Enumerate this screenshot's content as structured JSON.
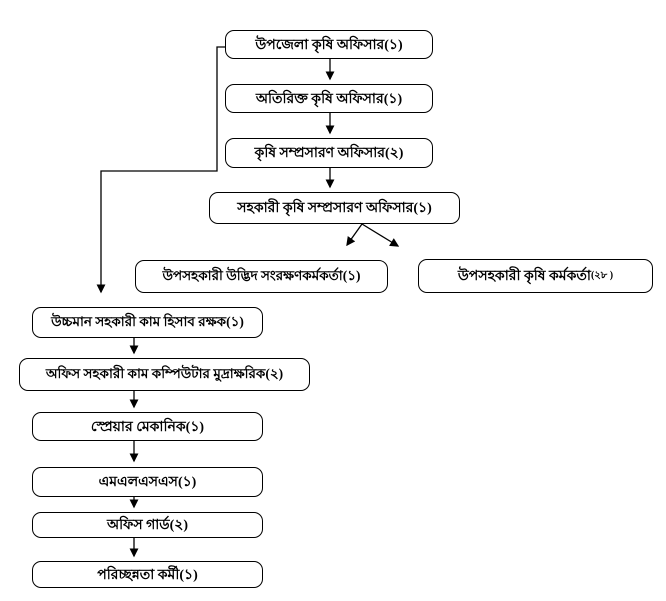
{
  "org": {
    "description_type": "organizational-hierarchy-flowchart",
    "language": "Bengali",
    "colors": {
      "background": "#ffffff",
      "box_fill": "#ffffff",
      "box_border": "#000000",
      "text": "#000000",
      "connector": "#000000"
    },
    "nodes": [
      {
        "id": "upazila-agriculture-officer",
        "label": "উপজেলা কৃষি অফিসার",
        "count": " (১)"
      },
      {
        "id": "additional-agriculture-officer",
        "label": "অতিরিক্ত কৃষি অফিসার",
        "count": " (১)"
      },
      {
        "id": "agriculture-extension-officer",
        "label": "কৃষি সম্প্রসারণ অফিসার",
        "count": " (২)"
      },
      {
        "id": "assistant-agriculture-extension-officer",
        "label": "সহকারী কৃষি সম্প্রসারণ অফিসার",
        "count": " (১)"
      },
      {
        "id": "sub-assistant-plant-protection-officer",
        "label": "উপসহকারী উদ্ভিদ সংরক্ষণকর্মকর্তা",
        "count": " (১)"
      },
      {
        "id": "sub-assistant-agriculture-officer",
        "label": "উপসহকারী কৃষি কর্মকর্তা",
        "count": " (২৮ )"
      },
      {
        "id": "head-assistant-cum-accountant",
        "label": "উচ্চমান সহকারী কাম হিসাব রক্ষক",
        "count": "(১)"
      },
      {
        "id": "office-assistant-cum-computer-typist",
        "label": "অফিস সহকারী কাম কম্পিউটার মুদ্রাক্ষরিক",
        "count": "(২)"
      },
      {
        "id": "sprayer-mechanic",
        "label": "স্প্রেয়ার মেকানিক",
        "count": " (১)"
      },
      {
        "id": "mlss",
        "label": "এমএলএসএস",
        "count": " (১)"
      },
      {
        "id": "office-guard",
        "label": "অফিস গার্ড",
        "count": " (২)"
      },
      {
        "id": "cleaning-staff",
        "label": "পরিচ্ছন্নতা কর্মী",
        "count": " (১)"
      }
    ],
    "edges": [
      {
        "from": "upazila-agriculture-officer",
        "to": "additional-agriculture-officer"
      },
      {
        "from": "additional-agriculture-officer",
        "to": "agriculture-extension-officer"
      },
      {
        "from": "agriculture-extension-officer",
        "to": "assistant-agriculture-extension-officer"
      },
      {
        "from": "assistant-agriculture-extension-officer",
        "to": "sub-assistant-plant-protection-officer"
      },
      {
        "from": "assistant-agriculture-extension-officer",
        "to": "sub-assistant-agriculture-officer"
      },
      {
        "from": "upazila-agriculture-officer",
        "to": "head-assistant-cum-accountant"
      },
      {
        "from": "head-assistant-cum-accountant",
        "to": "office-assistant-cum-computer-typist"
      },
      {
        "from": "office-assistant-cum-computer-typist",
        "to": "sprayer-mechanic"
      },
      {
        "from": "sprayer-mechanic",
        "to": "mlss"
      },
      {
        "from": "mlss",
        "to": "office-guard"
      },
      {
        "from": "office-guard",
        "to": "cleaning-staff"
      }
    ]
  }
}
